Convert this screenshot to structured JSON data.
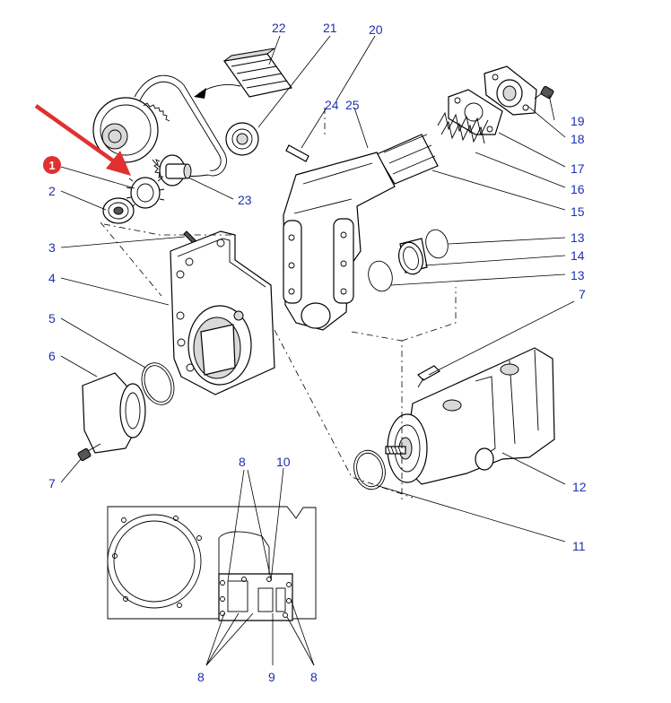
{
  "callouts": {
    "c22": "22",
    "c21": "21",
    "c20": "20",
    "c24": "24",
    "c25": "25",
    "c19": "19",
    "c18": "18",
    "c17": "17",
    "c16": "16",
    "c15": "15",
    "c23": "23",
    "c2": "2",
    "c3": "3",
    "c4": "4",
    "c5": "5",
    "c6": "6",
    "c7a": "7",
    "c7b": "7",
    "c13a": "13",
    "c14": "14",
    "c13b": "13",
    "c12": "12",
    "c11": "11",
    "c8top": "8",
    "c10": "10",
    "c8bl": "8",
    "c9": "9",
    "c8br": "8"
  },
  "marker": {
    "number": "1",
    "color": "#e03030"
  },
  "colors": {
    "callout": "#1f2fb0",
    "arrow": "#e03030",
    "line": "#000000"
  }
}
